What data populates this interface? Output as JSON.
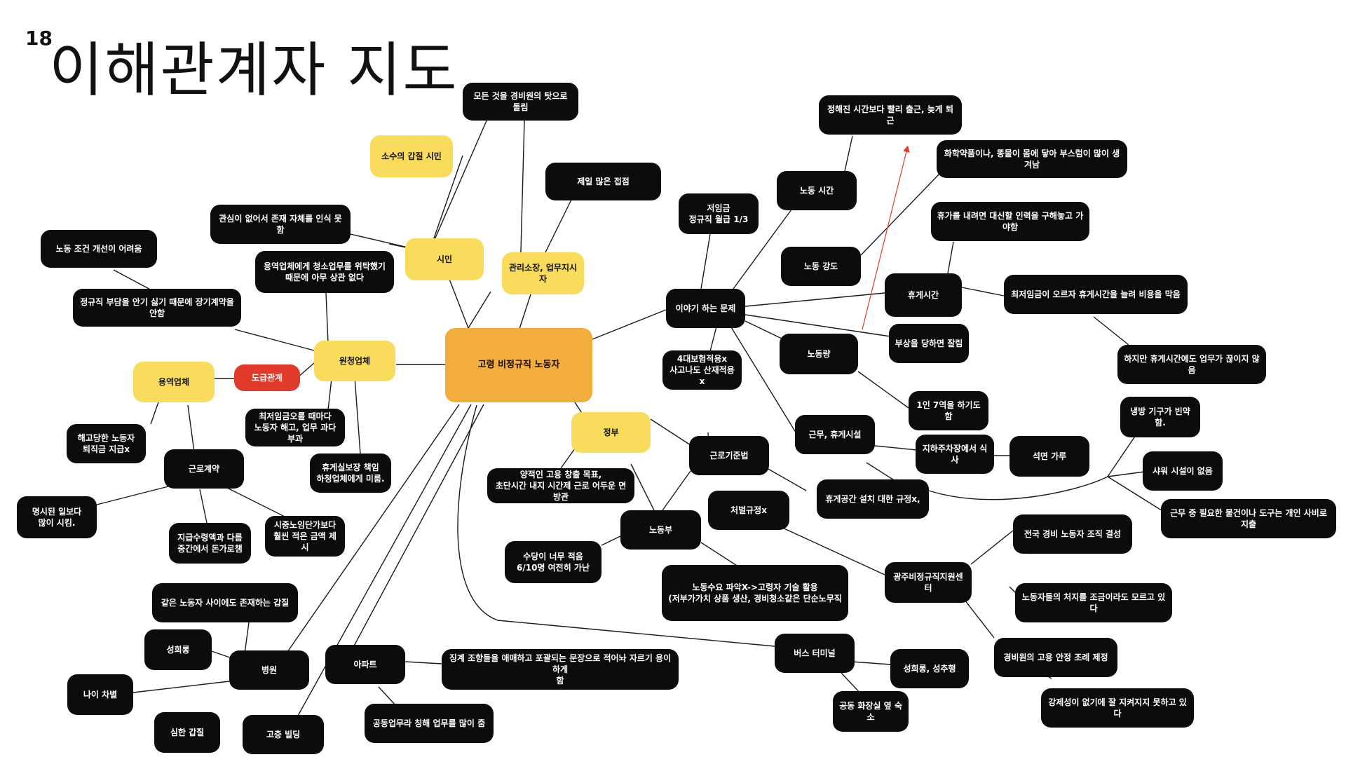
{
  "page_number": "18",
  "title": "이해관계자 지도",
  "colors": {
    "dark": "#0c0c0c",
    "yellow": "#f9dc5c",
    "orange": "#f3ad3c",
    "red": "#e03a2a",
    "arrow": "#e03a2a"
  },
  "nodes": {
    "center": "고령 비정규직 노동자",
    "citizen": "시민",
    "few_citizen": "소수의 갑질 시민",
    "blame_guard": "모든 것을 경비원의 탓으로 돌림",
    "unaware": "관심이 없어서 존재 자체를 인식 못함",
    "manager": "관리소장, 업무지시자",
    "most_contact": "제일 많은 접점",
    "prime_contractor": "원청업체",
    "outsourced_no_concern": "용역업체에게 청소업무를 위탁했기\n때문에 아무 상관 없다",
    "min_wage_fire": "최저임금오를 때마다\n노동자 해고, 업무 과다 부과",
    "leave_pay": "휴게실보장 책임\n하청업체에게 미룸.",
    "subcontract_relation": "도급관계",
    "service_company": "용역업체",
    "hard_improve": "노동 조건 개선이 어려움",
    "short_contract": "정규직 부담을 안기 싫기 때문에 장기계약을 안함",
    "fired_no_severance": "해고당한 노동자\n퇴직금 지급x",
    "labor_contract": "근로계약",
    "more_work": "명시된 일보다\n많이 시킴.",
    "middle_margin": "지급수령액과 다름\n중간에서 돈가로챔",
    "low_pay": "시중노임단가보다\n훨씬 적은 금액 제시",
    "issues": "이야기 하는 문제",
    "low_wage": "저임금\n정규직 월급 1/3",
    "work_time": "노동 시간",
    "early_late": "정해진 시간보다 빨리 출근, 늦게 퇴근",
    "chemicals": "화학약품이나, 똥물이 몸에 닿아 부스럼이 많이 생겨남",
    "intensity": "노동 강도",
    "rest_time": "휴게시간",
    "rest_replace": "휴가를 내려면 대신할 인력을 구해놓고 가야함",
    "min_wage_rest": "최저임금이 오르자 휴게시간을 늘려 비용을 막음",
    "rest_work": "하지만 휴게시간에도 업무가 끊이지 않음",
    "injury_fired": "부상을 당하면 잘림",
    "workload": "노동량",
    "one_seven": "1인 7역을 하기도 함",
    "insurance": "4대보험적용x\n사고나도 산재적용x",
    "facility": "근무, 휴게시설",
    "underground": "지하주차장에서 식사",
    "asbestos": "석면 가루",
    "cooling": "냉방 기구가 빈약함.",
    "no_shower": "샤워 시설이 없음",
    "own_expense": "근무 중 필요한 물건이나 도구는 개인 사비로 지출",
    "rest_rule": "휴게공간 설치 대한 규정x,",
    "government": "정부",
    "labor_law": "근로기준법",
    "job_goal": "양적인 고용 창출 목표,\n초단시간 내지 시간제 근로 어두운 면 방관",
    "no_penalty": "처벌규정x",
    "labor_ministry": "노동부",
    "low_allowance": "수당이 너무 적음\n6/10명 여전히 가난",
    "demand_tech": "노동수요 파악X->고령자 기술 활용\n(저부가가치 상품 생산, 경비청소같은 단순노무직",
    "gwangju_center": "광주비정규직지원센터",
    "union": "전국 경비 노동자 조직 결성",
    "unaware_workers": "노동자들의 처지를 조금이라도 모르고 있다",
    "ordinance": "경비원의 고용 안정 조례 제정",
    "not_enforced": "강제성이 없기에 잘 지켜지지 못하고 있다",
    "bus_terminal": "버스 터미널",
    "seonghee": "성희롱, 성추행",
    "toilet_room": "공동 화장실 옆 숙소",
    "hospital": "병원",
    "gapjil_workers": "같은 노동자 사이에도 존재하는 갑질",
    "sexual_harass": "성희롱",
    "age_discrim": "나이 차별",
    "severe_gapjil": "심한 갑질",
    "high_rise": "고층 빌딩",
    "apartment": "아파트",
    "discipline": "징계 조항들을 애매하고 포괄되는 문장으로 적어놔 자르기 용이하게\n함",
    "common_work": "공동업무라 칭해 업무를 많이 줌"
  }
}
